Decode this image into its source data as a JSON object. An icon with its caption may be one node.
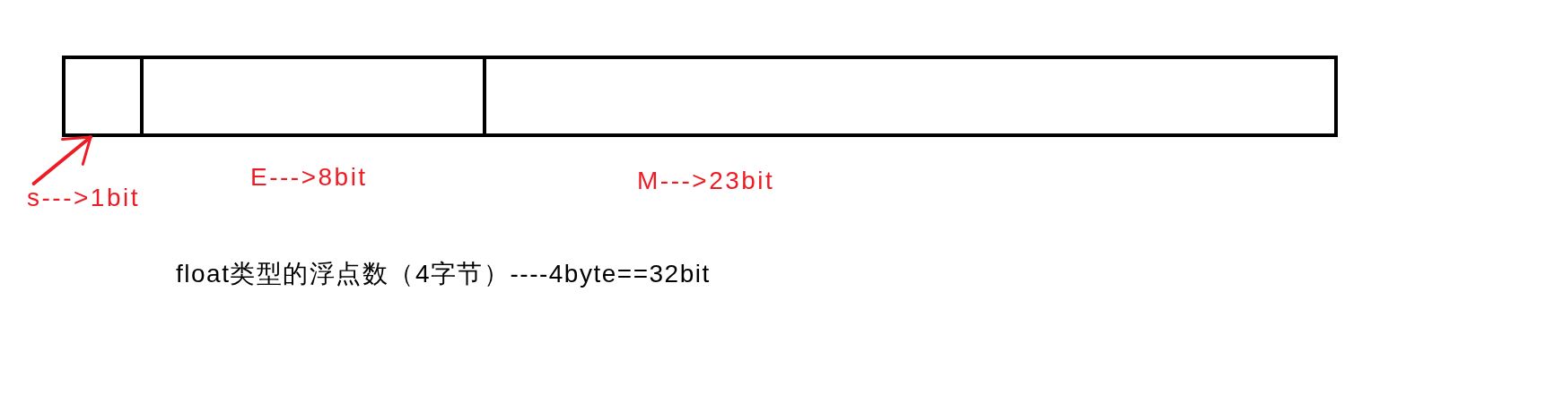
{
  "diagram": {
    "caption": "float类型的浮点数（4字节）----4byte==32bit",
    "nodes": [
      {
        "text": [],
        "shape": "box"
      },
      {
        "text": [],
        "shape": "box",
        "beside": [
          "E--->8bit"
        ]
      },
      {
        "text": [],
        "shape": "box",
        "beside": [
          "M--->23bit"
        ]
      },
      {
        "text": [
          "s--->1bit"
        ]
      }
    ],
    "edges": [
      {
        "from": 3,
        "to": 0,
        "arrow": "to",
        "color": "#ed1c24"
      }
    ]
  }
}
